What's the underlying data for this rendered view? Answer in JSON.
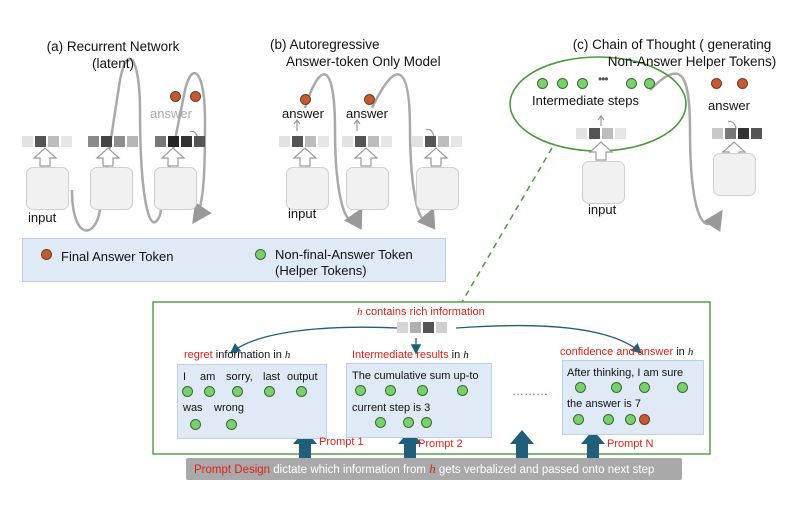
{
  "panel_a": {
    "title_line1": "(a)  Recurrent Network",
    "title_line2": "(latent)",
    "input_label": "input",
    "answer_label": "answer"
  },
  "panel_b": {
    "title_line1": "(b) Autoregressive",
    "title_line2": "Answer-token Only Model",
    "input_label": "input",
    "answer_label_1": "answer",
    "answer_label_2": "answer"
  },
  "panel_c": {
    "title_line1": "(c) Chain of Thought ( generating",
    "title_line2": "Non-Answer Helper Tokens)",
    "intermediate_label": "Intermediate steps",
    "ellipsis": "•••",
    "input_label": "input",
    "answer_label": "answer"
  },
  "legend": {
    "final": "Final Answer Token",
    "nonfinal_line1": "Non-final-Answer Token",
    "nonfinal_line2": "(Helper Tokens)"
  },
  "bottom": {
    "h_title": "h contains rich information",
    "h_symbol": "h",
    "h_title_rest": " contains rich information",
    "col1_head_red": "regret",
    "col1_head_rest": " information in ",
    "col2_head_red": "Intermediate results",
    "col2_head_rest": " in ",
    "col3_head_red": "confidence and answer",
    "col3_head_rest": " in ",
    "col1_words": [
      "I",
      "am",
      "sorry,",
      "last",
      "output",
      "was",
      "wrong"
    ],
    "col2_line1": "The cumulative sum up-to",
    "col2_line2": "current step is 3",
    "col3_line1": "After thinking, I am sure",
    "col3_line2": "the answer is  7",
    "dots_between": "………",
    "prompt1": "Prompt 1",
    "prompt2": "Prompt 2",
    "promptN": "Prompt N",
    "footer_red": "Prompt Design",
    "footer_mid": " dictate which information from ",
    "footer_h": "h",
    "footer_rest": " gets verbalized and passed onto next step"
  },
  "colors": {
    "green_token": "#7bcf6c",
    "final_token": "#bf5b35",
    "panel_border": "#4a9a3a",
    "arrow_blue": "#1f5f7a",
    "red_text": "#e0201a"
  }
}
